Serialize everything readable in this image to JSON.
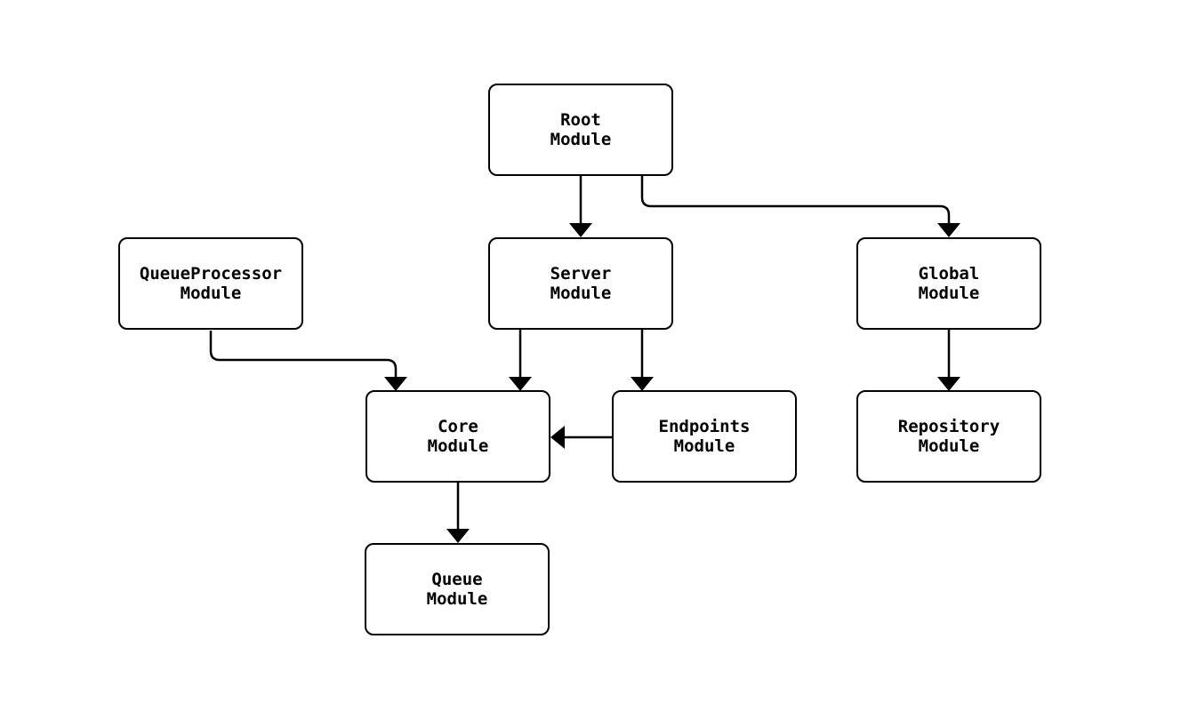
{
  "diagram": {
    "type": "module-dependency-diagram",
    "background_color": "#ffffff",
    "node_fill_color": "#ffffff",
    "node_border_color": "#000000",
    "edge_color": "#000000",
    "text_color": "#000000",
    "nodes": {
      "root": {
        "label": "Root\nModule"
      },
      "queue_processor": {
        "label": "QueueProcessor\nModule"
      },
      "server": {
        "label": "Server\nModule"
      },
      "global": {
        "label": "Global\nModule"
      },
      "core": {
        "label": "Core\nModule"
      },
      "endpoints": {
        "label": "Endpoints\nModule"
      },
      "repository": {
        "label": "Repository\nModule"
      },
      "queue": {
        "label": "Queue\nModule"
      }
    },
    "edges": [
      {
        "from": "Root Module",
        "to": "Server Module"
      },
      {
        "from": "Root Module",
        "to": "Global Module"
      },
      {
        "from": "QueueProcessor Module",
        "to": "Core Module"
      },
      {
        "from": "Server Module",
        "to": "Core Module"
      },
      {
        "from": "Server Module",
        "to": "Endpoints Module"
      },
      {
        "from": "Global Module",
        "to": "Repository Module"
      },
      {
        "from": "Endpoints Module",
        "to": "Core Module"
      },
      {
        "from": "Core Module",
        "to": "Queue Module"
      }
    ]
  }
}
